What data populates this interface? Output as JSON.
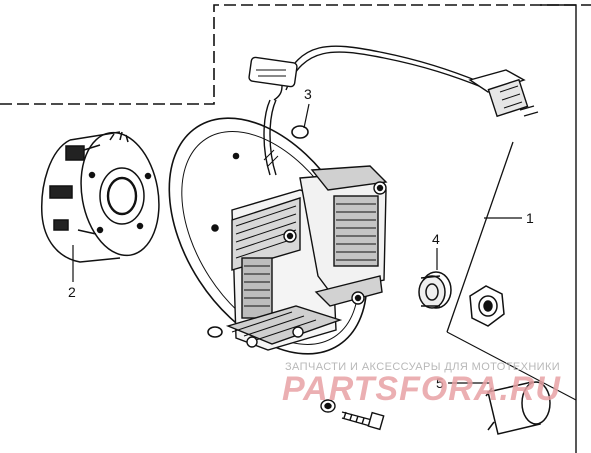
{
  "callouts": [
    {
      "id": "1",
      "label": "1"
    },
    {
      "id": "2",
      "label": "2"
    },
    {
      "id": "3",
      "label": "3"
    },
    {
      "id": "4",
      "label": "4"
    },
    {
      "id": "5",
      "label": "5"
    }
  ],
  "watermark": {
    "caption": "ЗАПЧАСТИ И АКСЕССУАРЫ ДЛЯ МОТОТЕХНИКИ",
    "logo": "PARTSFORA.RU"
  },
  "colors": {
    "line": "#111111",
    "background": "#ffffff",
    "watermark_logo": "#e8a2a5",
    "watermark_caption": "#b8b8b8"
  }
}
